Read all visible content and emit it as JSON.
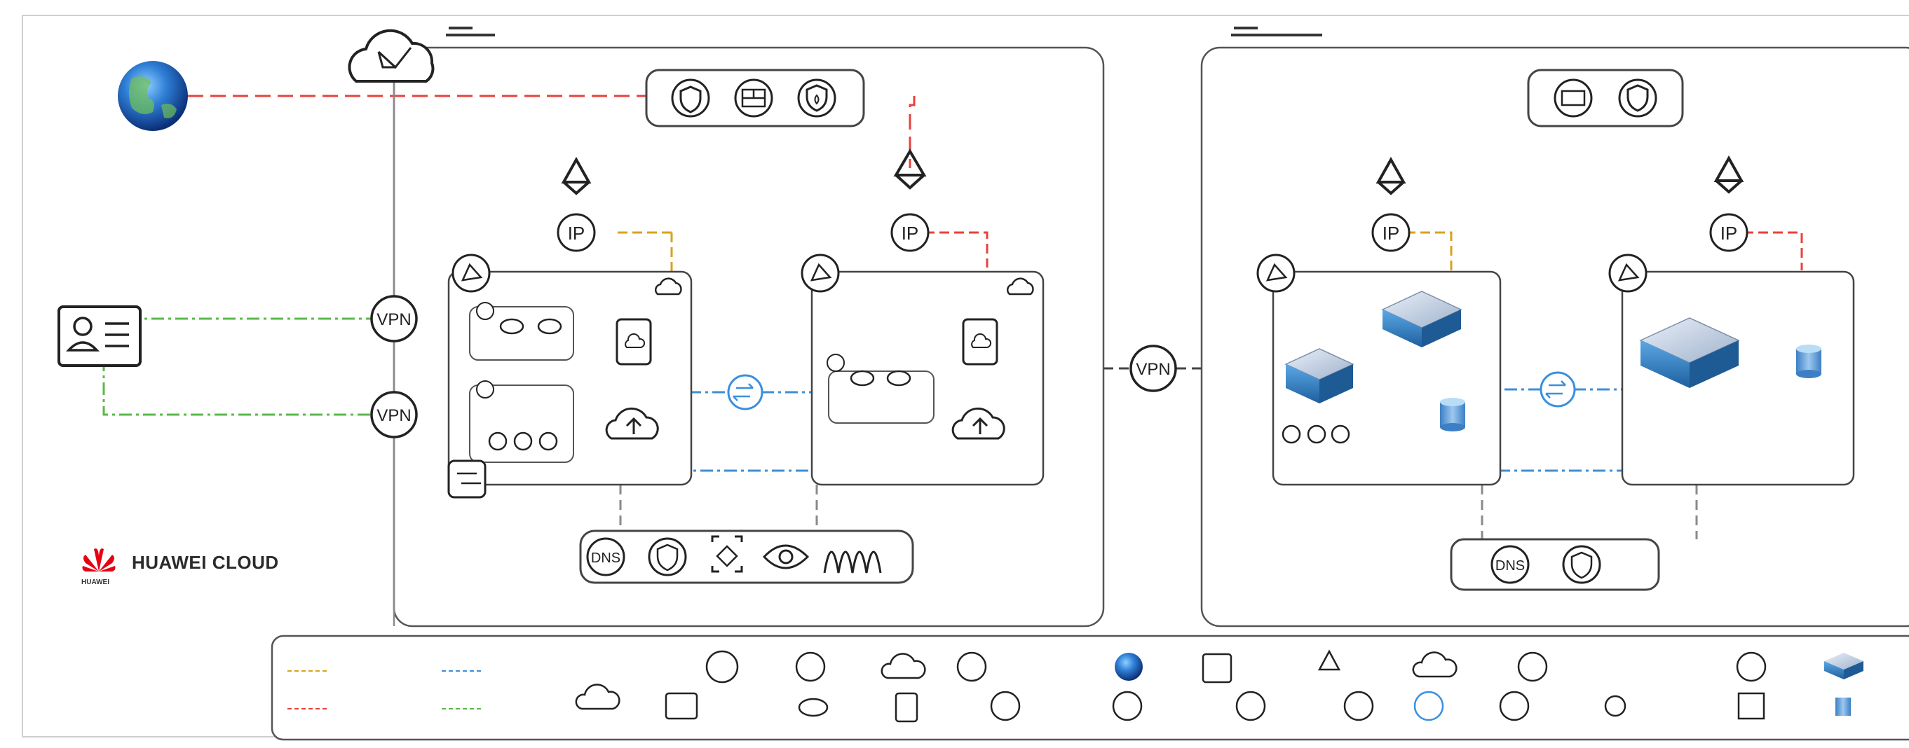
{
  "brand": {
    "name": "HUAWEI CLOUD",
    "logo_text": "HUAWEI"
  },
  "icons": {
    "vpn": "VPN",
    "ip": "IP",
    "dns": "DNS"
  },
  "colors": {
    "internet_link": "#e8413c",
    "red_dash": "#e8413c",
    "orange_dash": "#d9a21b",
    "green_dash": "#5bb84a",
    "blue_dash": "#3d8fd6",
    "gray_link": "#8a8a8a",
    "box_border": "#3a3a3a",
    "nat_blue": "#3a8fe0"
  }
}
